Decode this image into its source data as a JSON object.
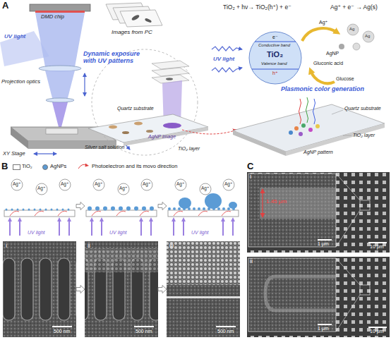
{
  "diagram": {
    "nodes": [
      {
        "text": [
          "A"
        ]
      },
      {
        "text": [
          "e⁻",
          "Conductive band",
          "TiO₂",
          "Valence band",
          "h⁺"
        ],
        "in": 0
      },
      {
        "text": [
          "B"
        ]
      },
      {
        "text": [
          "Ag⁺",
          "Ag⁺",
          "Ag⁺",
          "UV light"
        ],
        "in": 2
      },
      {
        "text": [
          "Ag⁺",
          "Ag⁺",
          "Ag⁺",
          "UV light"
        ],
        "in": 2
      },
      {
        "text": [
          "Ag⁺",
          "Ag⁺",
          "Ag⁺",
          "UV light"
        ],
        "in": 2
      },
      {
        "text": [
          "i",
          "500 nm"
        ],
        "in": 2
      },
      {
        "text": [
          "ii",
          "500 nm"
        ],
        "in": 2
      },
      {
        "text": [
          "iii",
          "500 nm"
        ],
        "in": 2
      },
      {
        "text": [
          "C"
        ]
      },
      {
        "text": [
          "i",
          "1.45 μm",
          "1 μm",
          "10 μm"
        ],
        "in": 9
      },
      {
        "text": [
          "ii",
          "1 μm",
          "10 μm"
        ],
        "in": 9
      }
    ],
    "edges": [
      {
        "from": 3,
        "to": 4,
        "arrow": "to"
      },
      {
        "from": 4,
        "to": 5,
        "arrow": "to"
      },
      {
        "from": 6,
        "to": 7,
        "arrow": "to"
      },
      {
        "from": 7,
        "to": 8,
        "arrow": "to"
      }
    ],
    "labels": [
      "DMD chip",
      "Images from PC",
      "UV light",
      "Projection optics",
      "XY Stage",
      "Dynamic exposure with UV patterns",
      "Quartz substrate",
      "Silver salt solution",
      "AgNP image",
      "TiO₂ layer",
      "TiO₂ + hν→ TiO₂(h⁺) + e⁻",
      "Ag⁺ + e⁻ → Ag(s)",
      "UV light",
      "Ag⁺",
      "Ag",
      "Ag",
      "AgNP",
      "Gluconic acid",
      "Glucose",
      "Plasmonic color generation",
      "Quartz substrate",
      "TiO₂ layer",
      "AgNP pattern"
    ],
    "legend": [
      {
        "text": "TiO₂",
        "color": "#ffffff"
      },
      {
        "text": "AgNPs",
        "color": "#5b9bd5"
      },
      {
        "text": "Photoelectron and its movo direction"
      }
    ]
  }
}
